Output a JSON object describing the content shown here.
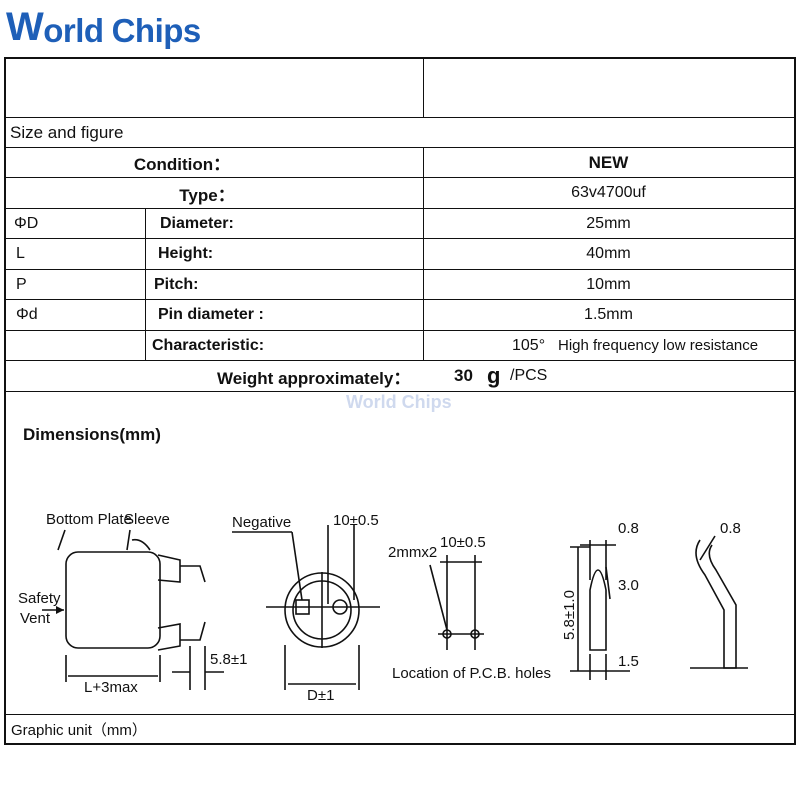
{
  "brand": {
    "logo_first": "W",
    "logo_rest": "orld",
    "logo_second": "Chips",
    "watermark": "World Chips"
  },
  "table": {
    "section_title": "Size and figure",
    "condition": {
      "label": "Condition：",
      "value": "NEW"
    },
    "type": {
      "label": "Type：",
      "value": "63v4700uf"
    },
    "rows": [
      {
        "symbol": "ΦD",
        "label": "Diameter:",
        "value": "25mm"
      },
      {
        "symbol": "L",
        "label": "Height:",
        "value": "40mm"
      },
      {
        "symbol": "P",
        "label": "Pitch:",
        "value": "10mm"
      },
      {
        "symbol": "Φd",
        "label": "Pin diameter :",
        "value": "1.5mm"
      }
    ],
    "characteristic": {
      "label": "Characteristic:",
      "temp": "105°",
      "value": "High frequency low resistance"
    },
    "weight": {
      "label": "Weight approximately：",
      "number": "30",
      "unit": "g",
      "suffix": "/PCS"
    }
  },
  "dimensions": {
    "title": "Dimensions(mm)",
    "labels": {
      "bottom_plate": "Bottom Plate",
      "sleeve": "Sleeve",
      "safety": "Safety",
      "vent": "Vent",
      "length": "L+3max",
      "lead_length": "5.8±1",
      "negative": "Negative",
      "pitch_tol": "10±0.5",
      "diameter": "D±1",
      "holes_size": "2mmx2",
      "pitch_tol_2": "10±0.5",
      "pcb_holes": "Location of P.C.B. holes",
      "lead_width": "0.8",
      "lead_mid": "3.0",
      "lead_total": "5.8±1.0",
      "lead_base": "1.5",
      "bent_width": "0.8"
    }
  },
  "footer": {
    "graphic_unit": "Graphic unit（mm）"
  }
}
